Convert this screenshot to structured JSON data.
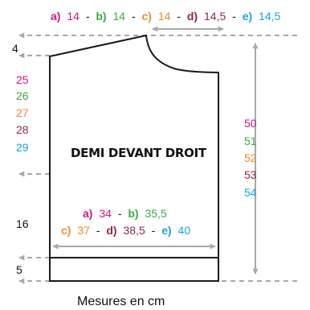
{
  "colors": {
    "a": "#d6157e",
    "b": "#3aab3e",
    "c": "#f0892c",
    "d": "#8d2a47",
    "e": "#19a6d6",
    "arrow": "#a8a8a8",
    "outline": "#1a1a1a",
    "text": "#111111"
  },
  "top_widths": {
    "a": {
      "label": "a)",
      "value": "14"
    },
    "b": {
      "label": "b)",
      "value": "14"
    },
    "c": {
      "label": "c)",
      "value": "14"
    },
    "d": {
      "label": "d)",
      "value": "14,5"
    },
    "e": {
      "label": "e)",
      "value": "14,5"
    },
    "separator": "-"
  },
  "shoulder_drop": "4",
  "armhole_heights": {
    "a": "25",
    "b": "26",
    "c": "27",
    "d": "28",
    "e": "29"
  },
  "total_lengths": {
    "a": "50",
    "b": "51",
    "c": "52",
    "d": "53",
    "e": "54"
  },
  "piece_title": "DEMI DEVANT DROIT",
  "bottom_widths": {
    "a": {
      "label": "a)",
      "value": "34"
    },
    "b": {
      "label": "b)",
      "value": "35,5"
    },
    "c": {
      "label": "c)",
      "value": "37"
    },
    "d": {
      "label": "d)",
      "value": "38,5"
    },
    "e": {
      "label": "e)",
      "value": "40"
    },
    "separator": "-"
  },
  "body_height": "16",
  "rib_height": "5",
  "caption": "Mesures en cm"
}
